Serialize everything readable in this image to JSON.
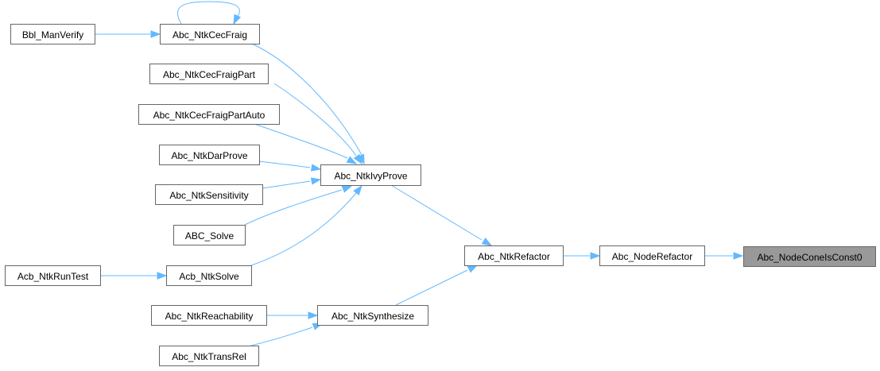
{
  "graph": {
    "nodes": [
      {
        "id": "focus",
        "label": "Abc_NodeConeIsConst0",
        "focus": true
      },
      {
        "id": "node_refactor",
        "label": "Abc_NodeRefactor"
      },
      {
        "id": "ntk_refactor",
        "label": "Abc_NtkRefactor"
      },
      {
        "id": "ntk_ivy_prove",
        "label": "Abc_NtkIvyProve"
      },
      {
        "id": "ntk_synthesize",
        "label": "Abc_NtkSynthesize"
      },
      {
        "id": "ntk_cec_fraig",
        "label": "Abc_NtkCecFraig"
      },
      {
        "id": "bbl_man_verify",
        "label": "Bbl_ManVerify"
      },
      {
        "id": "ntk_cec_fraig_part",
        "label": "Abc_NtkCecFraigPart"
      },
      {
        "id": "ntk_cec_fraig_part_auto",
        "label": "Abc_NtkCecFraigPartAuto"
      },
      {
        "id": "ntk_dar_prove",
        "label": "Abc_NtkDarProve"
      },
      {
        "id": "ntk_sensitivity",
        "label": "Abc_NtkSensitivity"
      },
      {
        "id": "abc_solve",
        "label": "ABC_Solve"
      },
      {
        "id": "acb_ntk_solve",
        "label": "Acb_NtkSolve"
      },
      {
        "id": "acb_ntk_run_test",
        "label": "Acb_NtkRunTest"
      },
      {
        "id": "ntk_reachability",
        "label": "Abc_NtkReachability"
      },
      {
        "id": "ntk_trans_rel",
        "label": "Abc_NtkTransRel"
      }
    ],
    "edges": [
      {
        "from": "node_refactor",
        "to": "focus"
      },
      {
        "from": "ntk_refactor",
        "to": "node_refactor"
      },
      {
        "from": "ntk_ivy_prove",
        "to": "ntk_refactor"
      },
      {
        "from": "ntk_synthesize",
        "to": "ntk_refactor"
      },
      {
        "from": "ntk_cec_fraig",
        "to": "ntk_ivy_prove"
      },
      {
        "from": "ntk_cec_fraig",
        "to": "ntk_cec_fraig"
      },
      {
        "from": "bbl_man_verify",
        "to": "ntk_cec_fraig"
      },
      {
        "from": "ntk_cec_fraig_part",
        "to": "ntk_ivy_prove"
      },
      {
        "from": "ntk_cec_fraig_part_auto",
        "to": "ntk_ivy_prove"
      },
      {
        "from": "ntk_dar_prove",
        "to": "ntk_ivy_prove"
      },
      {
        "from": "ntk_sensitivity",
        "to": "ntk_ivy_prove"
      },
      {
        "from": "abc_solve",
        "to": "ntk_ivy_prove"
      },
      {
        "from": "acb_ntk_solve",
        "to": "ntk_ivy_prove"
      },
      {
        "from": "acb_ntk_run_test",
        "to": "acb_ntk_solve"
      },
      {
        "from": "ntk_reachability",
        "to": "ntk_synthesize"
      },
      {
        "from": "ntk_trans_rel",
        "to": "ntk_synthesize"
      }
    ]
  }
}
